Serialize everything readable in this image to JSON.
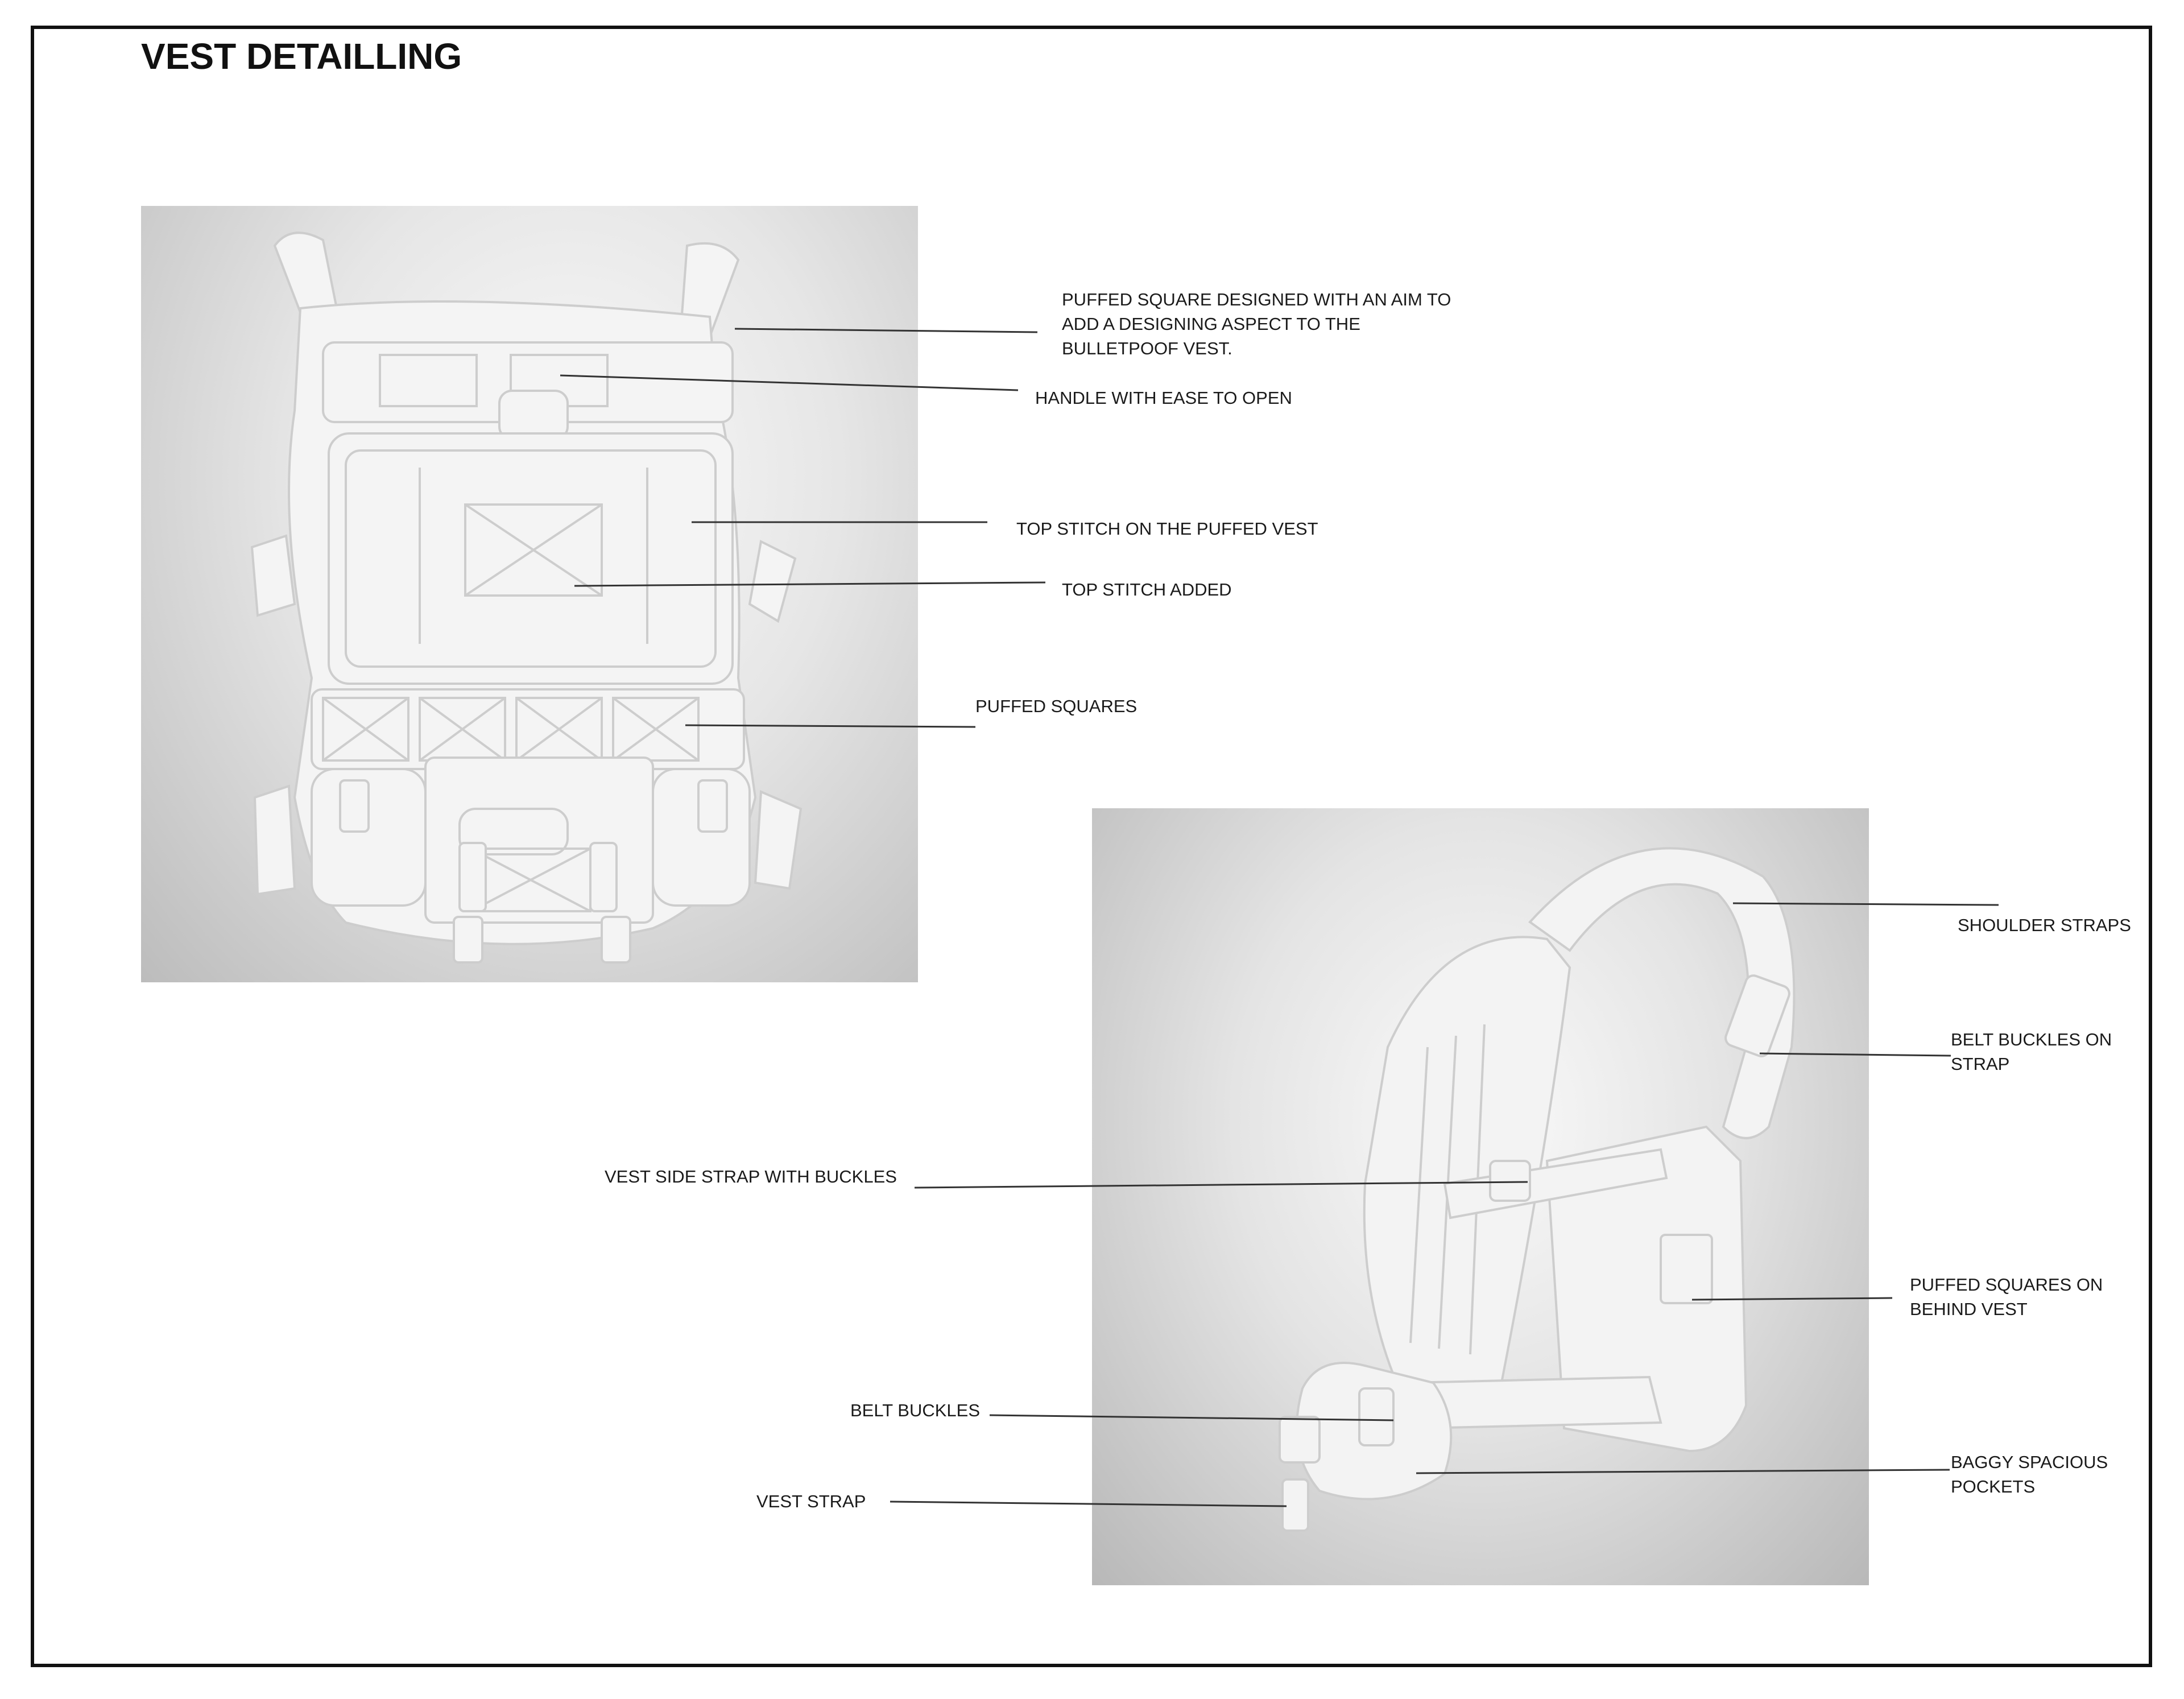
{
  "title": "VEST DETAILLING",
  "callouts": {
    "puffed_square_design": [
      "PUFFED SQUARE DESIGNED WITH AN AIM TO",
      "ADD A DESIGNING ASPECT TO THE",
      "BULLETPOOF VEST."
    ],
    "handle": "HANDLE WITH EASE TO OPEN",
    "top_stitch_puffed": "TOP STITCH ON THE PUFFED VEST",
    "top_stitch_added": "TOP STITCH ADDED",
    "puffed_squares": "PUFFED SQUARES",
    "shoulder_straps": "SHOULDER STRAPS",
    "belt_buckles_strap": [
      "BELT BUCKLES ON",
      "STRAP"
    ],
    "vest_side_strap": "VEST SIDE STRAP WITH BUCKLES",
    "puffed_squares_behind": [
      "PUFFED SQUARES ON",
      "BEHIND VEST"
    ],
    "belt_buckles": "BELT BUCKLES",
    "vest_strap": "VEST STRAP",
    "baggy_pockets": [
      "BAGGY SPACIOUS",
      "POCKETS"
    ]
  },
  "colors": {
    "frame": "#111111",
    "leader_line": "#333333",
    "vest_fill": "#f3f3f3",
    "vest_stroke": "#cfcfcf"
  }
}
